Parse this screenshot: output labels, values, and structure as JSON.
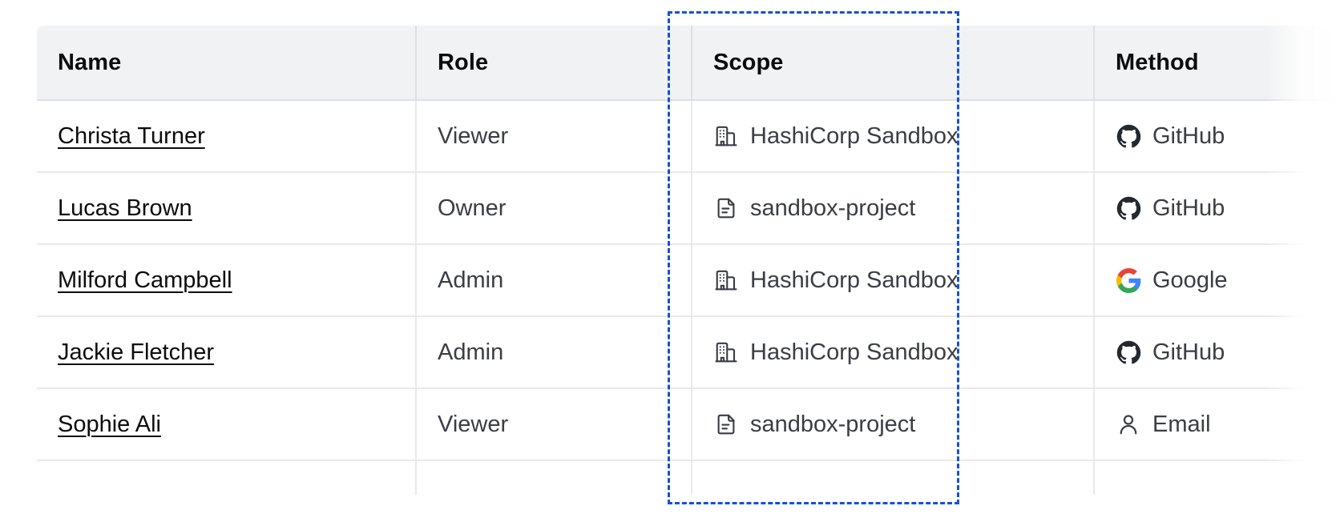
{
  "table": {
    "columns": [
      {
        "key": "name",
        "label": "Name"
      },
      {
        "key": "role",
        "label": "Role"
      },
      {
        "key": "scope",
        "label": "Scope"
      },
      {
        "key": "method",
        "label": "Method"
      }
    ],
    "rows": [
      {
        "name": "Christa Turner",
        "role": "Viewer",
        "scope": "HashiCorp Sandbox",
        "scope_icon": "organization-building-icon",
        "method": "GitHub",
        "method_icon": "github-icon"
      },
      {
        "name": "Lucas Brown",
        "role": "Owner",
        "scope": "sandbox-project",
        "scope_icon": "project-document-icon",
        "method": "GitHub",
        "method_icon": "github-icon"
      },
      {
        "name": "Milford Campbell",
        "role": "Admin",
        "scope": "HashiCorp Sandbox",
        "scope_icon": "organization-building-icon",
        "method": "Google",
        "method_icon": "google-icon"
      },
      {
        "name": "Jackie Fletcher",
        "role": "Admin",
        "scope": "HashiCorp Sandbox",
        "scope_icon": "organization-building-icon",
        "method": "GitHub",
        "method_icon": "github-icon"
      },
      {
        "name": "Sophie Ali",
        "role": "Viewer",
        "scope": "sandbox-project",
        "scope_icon": "project-document-icon",
        "method": "Email",
        "method_icon": "user-person-icon"
      }
    ]
  },
  "selection": {
    "target_column": "Scope",
    "outline_color": "#1351D8",
    "style": "dashed"
  },
  "colors": {
    "header_background": "#F1F2F3",
    "header_text": "#0C0C0E",
    "body_text": "#3B3D45",
    "link_text": "#0C0C0E",
    "row_border": "#E8E9EC",
    "header_border": "#DEDFE3",
    "accent_blue": "#1351D8",
    "github_icon": "#24292F",
    "google_blue": "#4285F4",
    "google_red": "#EA4335",
    "google_yellow": "#FBBC05",
    "google_green": "#34A853"
  }
}
